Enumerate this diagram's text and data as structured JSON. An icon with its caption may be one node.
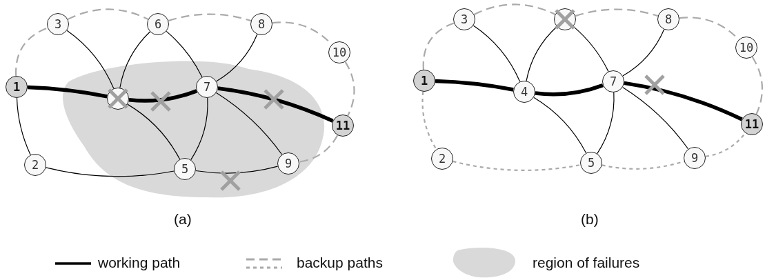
{
  "diagram": {
    "nodes": [
      {
        "text": [
          "1"
        ]
      },
      {
        "text": [
          "2"
        ]
      },
      {
        "text": [
          "3"
        ]
      },
      {
        "text": [],
        "shape": "circle"
      },
      {
        "text": [
          "5"
        ]
      },
      {
        "text": [
          "6"
        ]
      },
      {
        "text": [
          "7"
        ]
      },
      {
        "text": [
          "8"
        ]
      },
      {
        "text": [
          "9"
        ]
      },
      {
        "text": [
          "10"
        ]
      },
      {
        "text": [
          "11"
        ]
      },
      {
        "text": [
          "1"
        ]
      },
      {
        "text": [
          "2"
        ]
      },
      {
        "text": [
          "3"
        ]
      },
      {
        "text": [
          "4"
        ]
      },
      {
        "text": [
          "5"
        ]
      },
      {
        "text": [],
        "shape": "circle"
      },
      {
        "text": [
          "7"
        ]
      },
      {
        "text": [
          "8"
        ]
      },
      {
        "text": [
          "9"
        ]
      },
      {
        "text": [
          "10"
        ]
      },
      {
        "text": [
          "11"
        ]
      }
    ],
    "edges": [
      {
        "from": 0,
        "to": 3,
        "arrow": "none",
        "style": "thick"
      },
      {
        "from": 3,
        "to": 6,
        "arrow": "none",
        "style": "thick"
      },
      {
        "from": 6,
        "to": 10,
        "arrow": "none",
        "style": "thick"
      },
      {
        "from": 0,
        "to": 1,
        "arrow": "none"
      },
      {
        "from": 1,
        "to": 4,
        "arrow": "none"
      },
      {
        "from": 2,
        "to": 3,
        "arrow": "none"
      },
      {
        "from": 5,
        "to": 3,
        "arrow": "none"
      },
      {
        "from": 5,
        "to": 6,
        "arrow": "none"
      },
      {
        "from": 7,
        "to": 6,
        "arrow": "none"
      },
      {
        "from": 3,
        "to": 4,
        "arrow": "none"
      },
      {
        "from": 6,
        "to": 4,
        "arrow": "none"
      },
      {
        "from": 6,
        "to": 8,
        "arrow": "none"
      },
      {
        "from": 4,
        "to": 8,
        "arrow": "none"
      },
      {
        "from": 0,
        "to": 2,
        "arrow": "none",
        "style": "dashed",
        "color": "#aaaaaa"
      },
      {
        "from": 2,
        "to": 5,
        "arrow": "none",
        "style": "dashed",
        "color": "#aaaaaa"
      },
      {
        "from": 5,
        "to": 7,
        "arrow": "none",
        "style": "dashed",
        "color": "#aaaaaa"
      },
      {
        "from": 7,
        "to": 9,
        "arrow": "none",
        "style": "dashed",
        "color": "#aaaaaa"
      },
      {
        "from": 9,
        "to": 10,
        "arrow": "none",
        "style": "dashed",
        "color": "#aaaaaa"
      },
      {
        "from": 10,
        "to": 8,
        "arrow": "none",
        "style": "dashed",
        "color": "#aaaaaa"
      },
      {
        "from": 11,
        "to": 14,
        "arrow": "none",
        "style": "thick"
      },
      {
        "from": 14,
        "to": 17,
        "arrow": "none",
        "style": "thick"
      },
      {
        "from": 17,
        "to": 21,
        "arrow": "none",
        "style": "thick"
      },
      {
        "from": 13,
        "to": 14,
        "arrow": "none"
      },
      {
        "from": 16,
        "to": 14,
        "arrow": "none"
      },
      {
        "from": 16,
        "to": 17,
        "arrow": "none"
      },
      {
        "from": 18,
        "to": 17,
        "arrow": "none"
      },
      {
        "from": 14,
        "to": 15,
        "arrow": "none"
      },
      {
        "from": 17,
        "to": 15,
        "arrow": "none"
      },
      {
        "from": 17,
        "to": 19,
        "arrow": "none"
      },
      {
        "from": 11,
        "to": 13,
        "arrow": "none",
        "style": "dashed",
        "color": "#aaaaaa"
      },
      {
        "from": 13,
        "to": 16,
        "arrow": "none",
        "style": "dashed",
        "color": "#aaaaaa"
      },
      {
        "from": 16,
        "to": 18,
        "arrow": "none",
        "style": "dashed",
        "color": "#aaaaaa"
      },
      {
        "from": 18,
        "to": 20,
        "arrow": "none",
        "style": "dashed",
        "color": "#aaaaaa"
      },
      {
        "from": 20,
        "to": 21,
        "arrow": "none",
        "style": "dashed",
        "color": "#aaaaaa"
      },
      {
        "from": 11,
        "to": 12,
        "arrow": "none",
        "style": "dashed",
        "color": "#aaaaaa"
      },
      {
        "from": 12,
        "to": 15,
        "arrow": "none",
        "style": "dashed",
        "color": "#aaaaaa"
      },
      {
        "from": 15,
        "to": 19,
        "arrow": "none",
        "style": "dashed",
        "color": "#aaaaaa"
      },
      {
        "from": 19,
        "to": 21,
        "arrow": "none",
        "style": "dashed",
        "color": "#aaaaaa"
      }
    ],
    "labels": [
      "(a)",
      "(b)"
    ],
    "legend": [
      {
        "text": "working path"
      },
      {
        "text": "backup paths"
      },
      {
        "text": "region of failures",
        "color": "#d9d9d9"
      }
    ]
  }
}
